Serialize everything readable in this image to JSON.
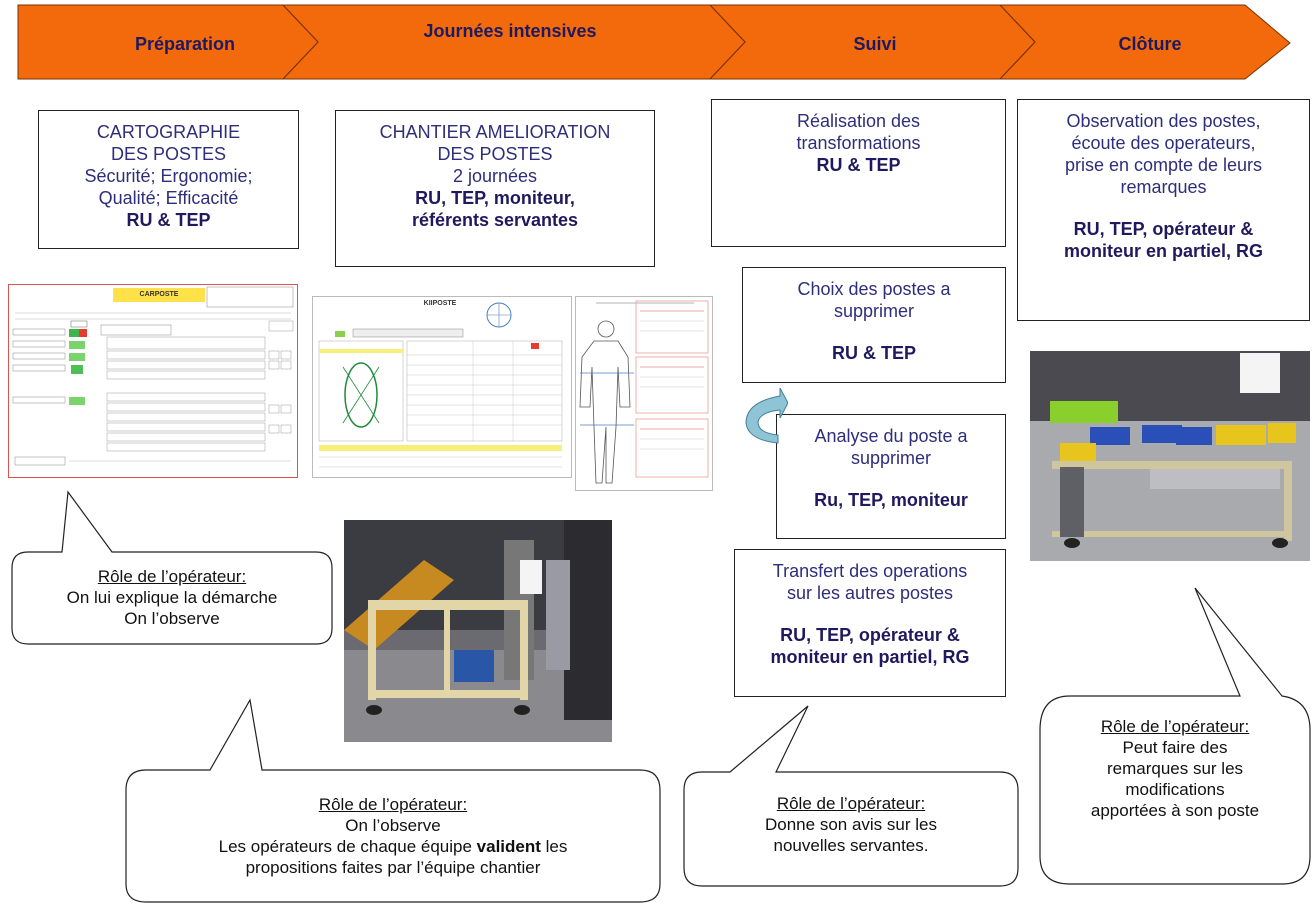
{
  "phases": [
    {
      "label": "Préparation"
    },
    {
      "label": "Journées intensives"
    },
    {
      "label": "Suivi"
    },
    {
      "label": "Clôture"
    }
  ],
  "boxes": {
    "cartographie": {
      "lines": [
        "CARTOGRAPHIE",
        "DES POSTES",
        "Sécurité; Ergonomie;",
        "Qualité; Efficacité"
      ],
      "bold": "RU & TEP"
    },
    "chantier": {
      "lines": [
        "CHANTIER AMELIORATION",
        "DES POSTES",
        "2 journées"
      ],
      "bold_lines": [
        "RU, TEP, moniteur,",
        "référents servantes"
      ]
    },
    "realisation": {
      "lines": [
        "Réalisation des",
        "transformations"
      ],
      "bold": "RU & TEP"
    },
    "observation": {
      "lines": [
        "Observation des postes,",
        "écoute des operateurs,",
        "prise en compte de leurs",
        "remarques"
      ],
      "bold_lines": [
        "RU, TEP, opérateur &",
        "moniteur en partiel, RG"
      ]
    },
    "choix": {
      "lines": [
        "Choix des postes a",
        "supprimer"
      ],
      "bold": "RU & TEP"
    },
    "analyse": {
      "lines": [
        "Analyse du poste a",
        "supprimer"
      ],
      "bold": "Ru, TEP, moniteur"
    },
    "transfert": {
      "lines": [
        "Transfert  des operations",
        "sur les autres postes"
      ],
      "bold_lines": [
        "RU, TEP, opérateur &",
        "moniteur en partiel, RG"
      ]
    }
  },
  "callouts": {
    "preparation": {
      "title": "Rôle de l’opérateur:",
      "lines": [
        "On lui explique la démarche",
        "On l’observe"
      ]
    },
    "journees": {
      "title": "Rôle de l’opérateur:",
      "line1": "On l’observe",
      "line2_pre": "Les opérateurs de chaque équipe ",
      "line2_bold": "valident",
      "line2_post": " les",
      "line3": "propositions faites par l’équipe chantier"
    },
    "suivi": {
      "title": "Rôle de l’opérateur:",
      "lines": [
        "Donne son avis sur les",
        "nouvelles  servantes."
      ]
    },
    "cloture": {
      "title": "Rôle de l’opérateur:",
      "lines": [
        "Peut faire des",
        "remarques sur les",
        "modifications",
        "apportées à son poste"
      ]
    }
  },
  "documents": {
    "carposte_title": "CARPOSTE",
    "kiiposte_title": "KIIPOSTE"
  },
  "colors": {
    "arrow": "#f26a0c",
    "text_blue": "#2e2e7a",
    "bold_blue": "#1f1a5e",
    "cycle_arrow": "#8fc3d6"
  }
}
